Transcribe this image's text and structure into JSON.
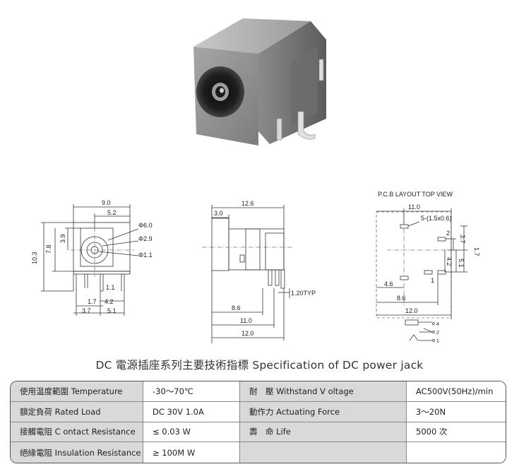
{
  "title": "DC  電源插座系列主要技術指標 Specification of DC power jack",
  "drawings": {
    "front": {
      "width": "9.0",
      "inner_width": "5.2",
      "height_total": "10.3",
      "height_center": "7.8",
      "center_top": "3.9",
      "dia_outer": "Φ6.0",
      "dia_mid": "Φ2.9",
      "dia_pin": "Φ1.1",
      "pin_width": "1.1",
      "pin_a": "1.7",
      "pin_b": "4.2",
      "bottom_left": "3.7",
      "bottom_right": "5.1"
    },
    "side": {
      "depth": "12.6",
      "front_depth": "3.0",
      "pin_typ": "1.20TYP",
      "dim_a": "8.6",
      "dim_b": "11.0",
      "dim_c": "12.0"
    },
    "pcb": {
      "heading": "P.C.B LAYOUT    TOP VIEW",
      "width_top": "11.0",
      "slots": "5-(1.5x0.6)",
      "pin2": "2",
      "pin1": "1",
      "v_a": "1.7",
      "v_b": "3.7",
      "v_c": "4.2",
      "v_d": "5.1",
      "h_a": "4.6",
      "h_b": "8.6",
      "h_c": "12.0",
      "schem_4": "4",
      "schem_2": "2",
      "schem_1": "1"
    }
  },
  "spec_table": [
    [
      "使用温度範圍 Temperature",
      "-30～70℃",
      "耐　壓  Withstand V oltage",
      "AC500V(50Hz)/min"
    ],
    [
      "額定負荷  Rated Load",
      "DC  30V  1.0A",
      "動作力  Actuating Force",
      "3～20N"
    ],
    [
      "接觸電阻  C ontact Resistance",
      "≤ 0.03 W",
      "壽　命  Life",
      "5000 次"
    ],
    [
      "絕緣電阻  Insulation Resistance",
      "≥ 100M W",
      "",
      ""
    ]
  ]
}
